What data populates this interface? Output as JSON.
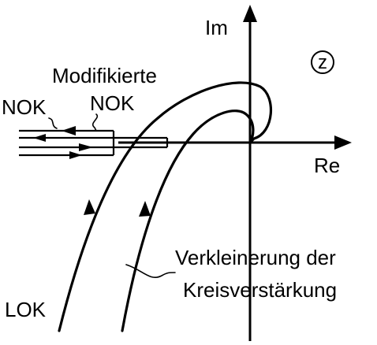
{
  "labels": {
    "im": "Im",
    "re": "Re",
    "plane": "z",
    "modifizierte": "Modifikierte",
    "nok_mod": "NOK",
    "nok": "NOK",
    "verkleinerung_line1": "Verkleinerung der",
    "verkleinerung_line2": "Kreisverstärkung",
    "lok": "LOK"
  },
  "colors": {
    "stroke": "#000000",
    "background": "#ffffff"
  }
}
